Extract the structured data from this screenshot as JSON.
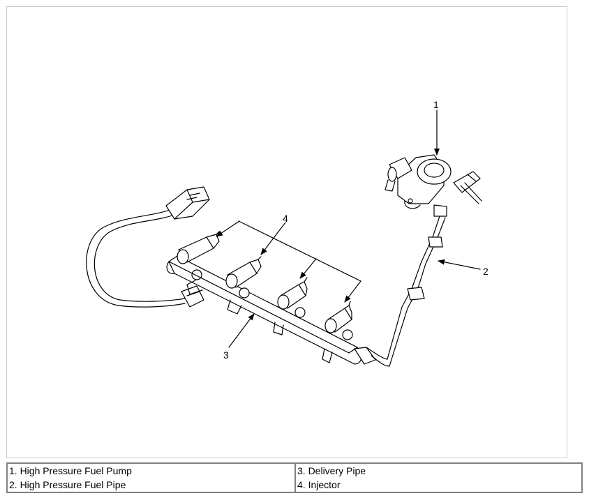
{
  "callouts": {
    "c1": "1",
    "c2": "2",
    "c3": "3",
    "c4": "4"
  },
  "legend": {
    "item1": "1. High Pressure Fuel Pump",
    "item2": "2. High Pressure Fuel Pipe",
    "item3": "3. Delivery Pipe",
    "item4": "4. Injector"
  },
  "colors": {
    "line": "#000000",
    "frame_border": "#c8c8c8",
    "table_border": "#808080"
  }
}
